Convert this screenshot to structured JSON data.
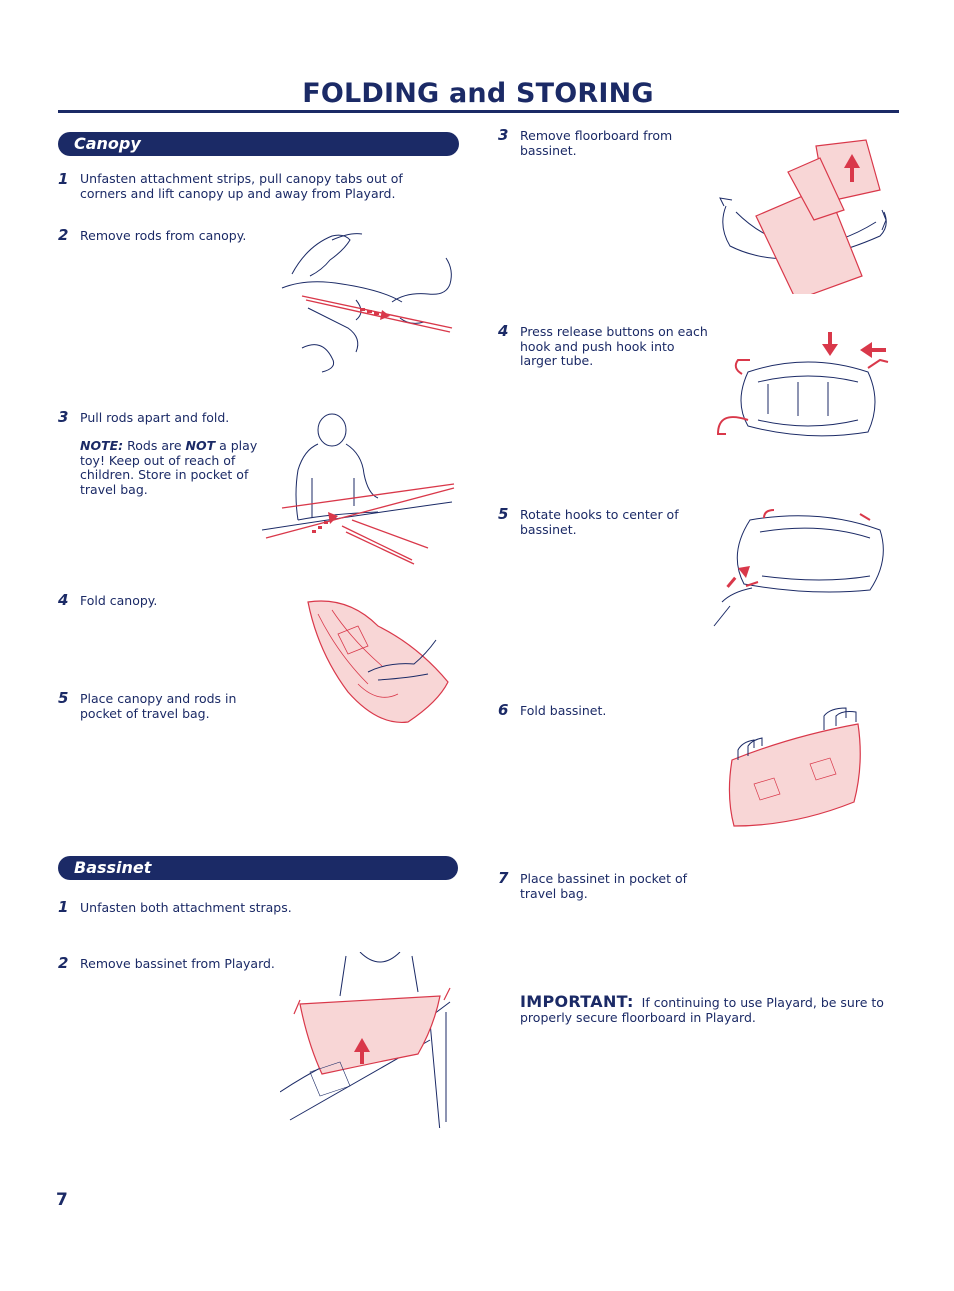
{
  "page": {
    "title": "FOLDING and STORING",
    "page_number": "7"
  },
  "canopy": {
    "heading": "Canopy",
    "steps": [
      {
        "num": "1",
        "text": "Unfasten attachment strips, pull canopy tabs out of corners and lift canopy up and away from Playard."
      },
      {
        "num": "2",
        "text": "Remove rods from canopy."
      },
      {
        "num": "3",
        "text": "Pull rods apart and fold."
      },
      {
        "num": "4",
        "text": "Fold canopy."
      },
      {
        "num": "5",
        "text": "Place canopy and rods in pocket of travel bag."
      }
    ],
    "note": {
      "label": "NOTE:",
      "pre": " Rods are ",
      "emph": "NOT",
      "post": " a play toy!  Keep out of reach of children.  Store in pocket of travel bag."
    }
  },
  "bassinet": {
    "heading": "Bassinet",
    "steps": [
      {
        "num": "1",
        "text": "Unfasten both attachment straps."
      },
      {
        "num": "2",
        "text": "Remove bassinet from Playard."
      },
      {
        "num": "3",
        "text": "Remove floorboard from bassinet."
      },
      {
        "num": "4",
        "text": "Press release buttons on each hook and push hook into larger tube."
      },
      {
        "num": "5",
        "text": "Rotate hooks to center of bassinet."
      },
      {
        "num": "6",
        "text": "Fold bassinet."
      },
      {
        "num": "7",
        "text": "Place bassinet in pocket of travel bag."
      }
    ]
  },
  "important": {
    "label": "IMPORTANT:",
    "text": "If continuing to use Playard, be sure to properly secure floorboard in Playard."
  },
  "colors": {
    "navy": "#1b2a66",
    "accent_red": "#d9384a",
    "fill_pink": "#f8d6d6"
  }
}
